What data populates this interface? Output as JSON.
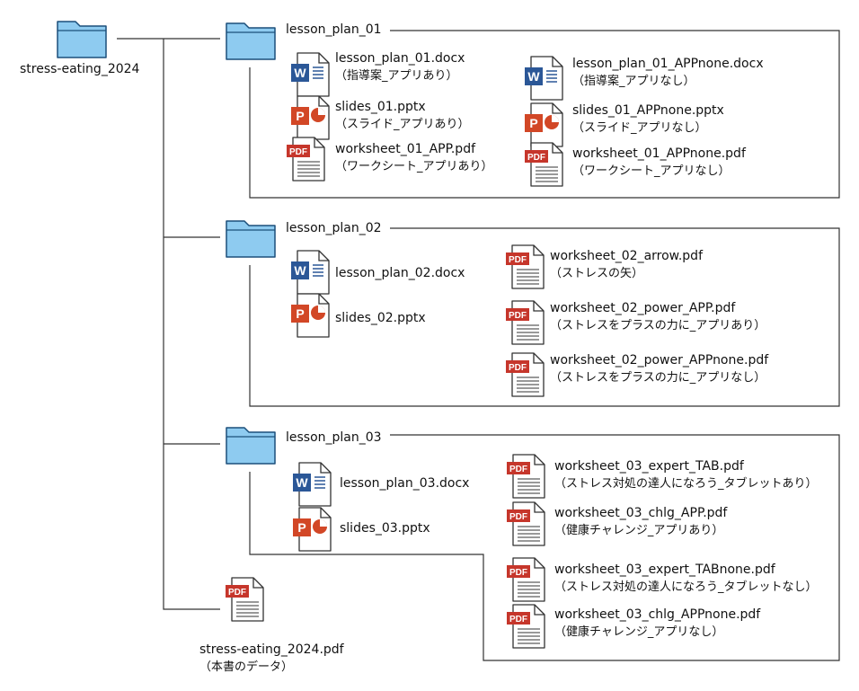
{
  "root": {
    "name": "stress-eating_2024"
  },
  "folders": [
    {
      "name": "lesson_plan_01",
      "files": [
        {
          "type": "word",
          "name": "lesson_plan_01.docx",
          "desc": "（指導案_アプリあり）"
        },
        {
          "type": "ppt",
          "name": "slides_01.pptx",
          "desc": "（スライド_アプリあり）"
        },
        {
          "type": "pdf",
          "name": "worksheet_01_APP.pdf",
          "desc": "（ワークシート_アプリあり）"
        },
        {
          "type": "word",
          "name": "lesson_plan_01_APPnone.docx",
          "desc": "（指導案_アプリなし）"
        },
        {
          "type": "ppt",
          "name": "slides_01_APPnone.pptx",
          "desc": "（スライド_アプリなし）"
        },
        {
          "type": "pdf",
          "name": "worksheet_01_APPnone.pdf",
          "desc": "（ワークシート_アプリなし）"
        }
      ]
    },
    {
      "name": "lesson_plan_02",
      "files": [
        {
          "type": "word",
          "name": "lesson_plan_02.docx",
          "desc": ""
        },
        {
          "type": "ppt",
          "name": "slides_02.pptx",
          "desc": ""
        },
        {
          "type": "pdf",
          "name": "worksheet_02_arrow.pdf",
          "desc": "（ストレスの矢）"
        },
        {
          "type": "pdf",
          "name": "worksheet_02_power_APP.pdf",
          "desc": "（ストレスをプラスの力に_アプリあり）"
        },
        {
          "type": "pdf",
          "name": "worksheet_02_power_APPnone.pdf",
          "desc": "（ストレスをプラスの力に_アプリなし）"
        }
      ]
    },
    {
      "name": "lesson_plan_03",
      "files": [
        {
          "type": "word",
          "name": "lesson_plan_03.docx",
          "desc": ""
        },
        {
          "type": "ppt",
          "name": "slides_03.pptx",
          "desc": ""
        },
        {
          "type": "pdf",
          "name": "worksheet_03_expert_TAB.pdf",
          "desc": "（ストレス対処の達人になろう_タブレットあり）"
        },
        {
          "type": "pdf",
          "name": "worksheet_03_chlg_APP.pdf",
          "desc": "（健康チャレンジ_アプリあり）"
        },
        {
          "type": "pdf",
          "name": "worksheet_03_expert_TABnone.pdf",
          "desc": "（ストレス対処の達人になろう_タブレットなし）"
        },
        {
          "type": "pdf",
          "name": "worksheet_03_chlg_APPnone.pdf",
          "desc": "（健康チャレンジ_アプリなし）"
        }
      ]
    }
  ],
  "root_file": {
    "type": "pdf",
    "name": "stress-eating_2024.pdf",
    "desc": "（本書のデータ）"
  },
  "icons": {
    "word_letter": "W",
    "ppt_letter": "P",
    "pdf_label": "PDF"
  },
  "colors": {
    "folder_fill": "#8ecbf0",
    "folder_stroke": "#1b4f7a",
    "word_blue": "#2b5797",
    "ppt_orange": "#d24726",
    "pdf_red": "#c6362b",
    "line": "#333333"
  }
}
